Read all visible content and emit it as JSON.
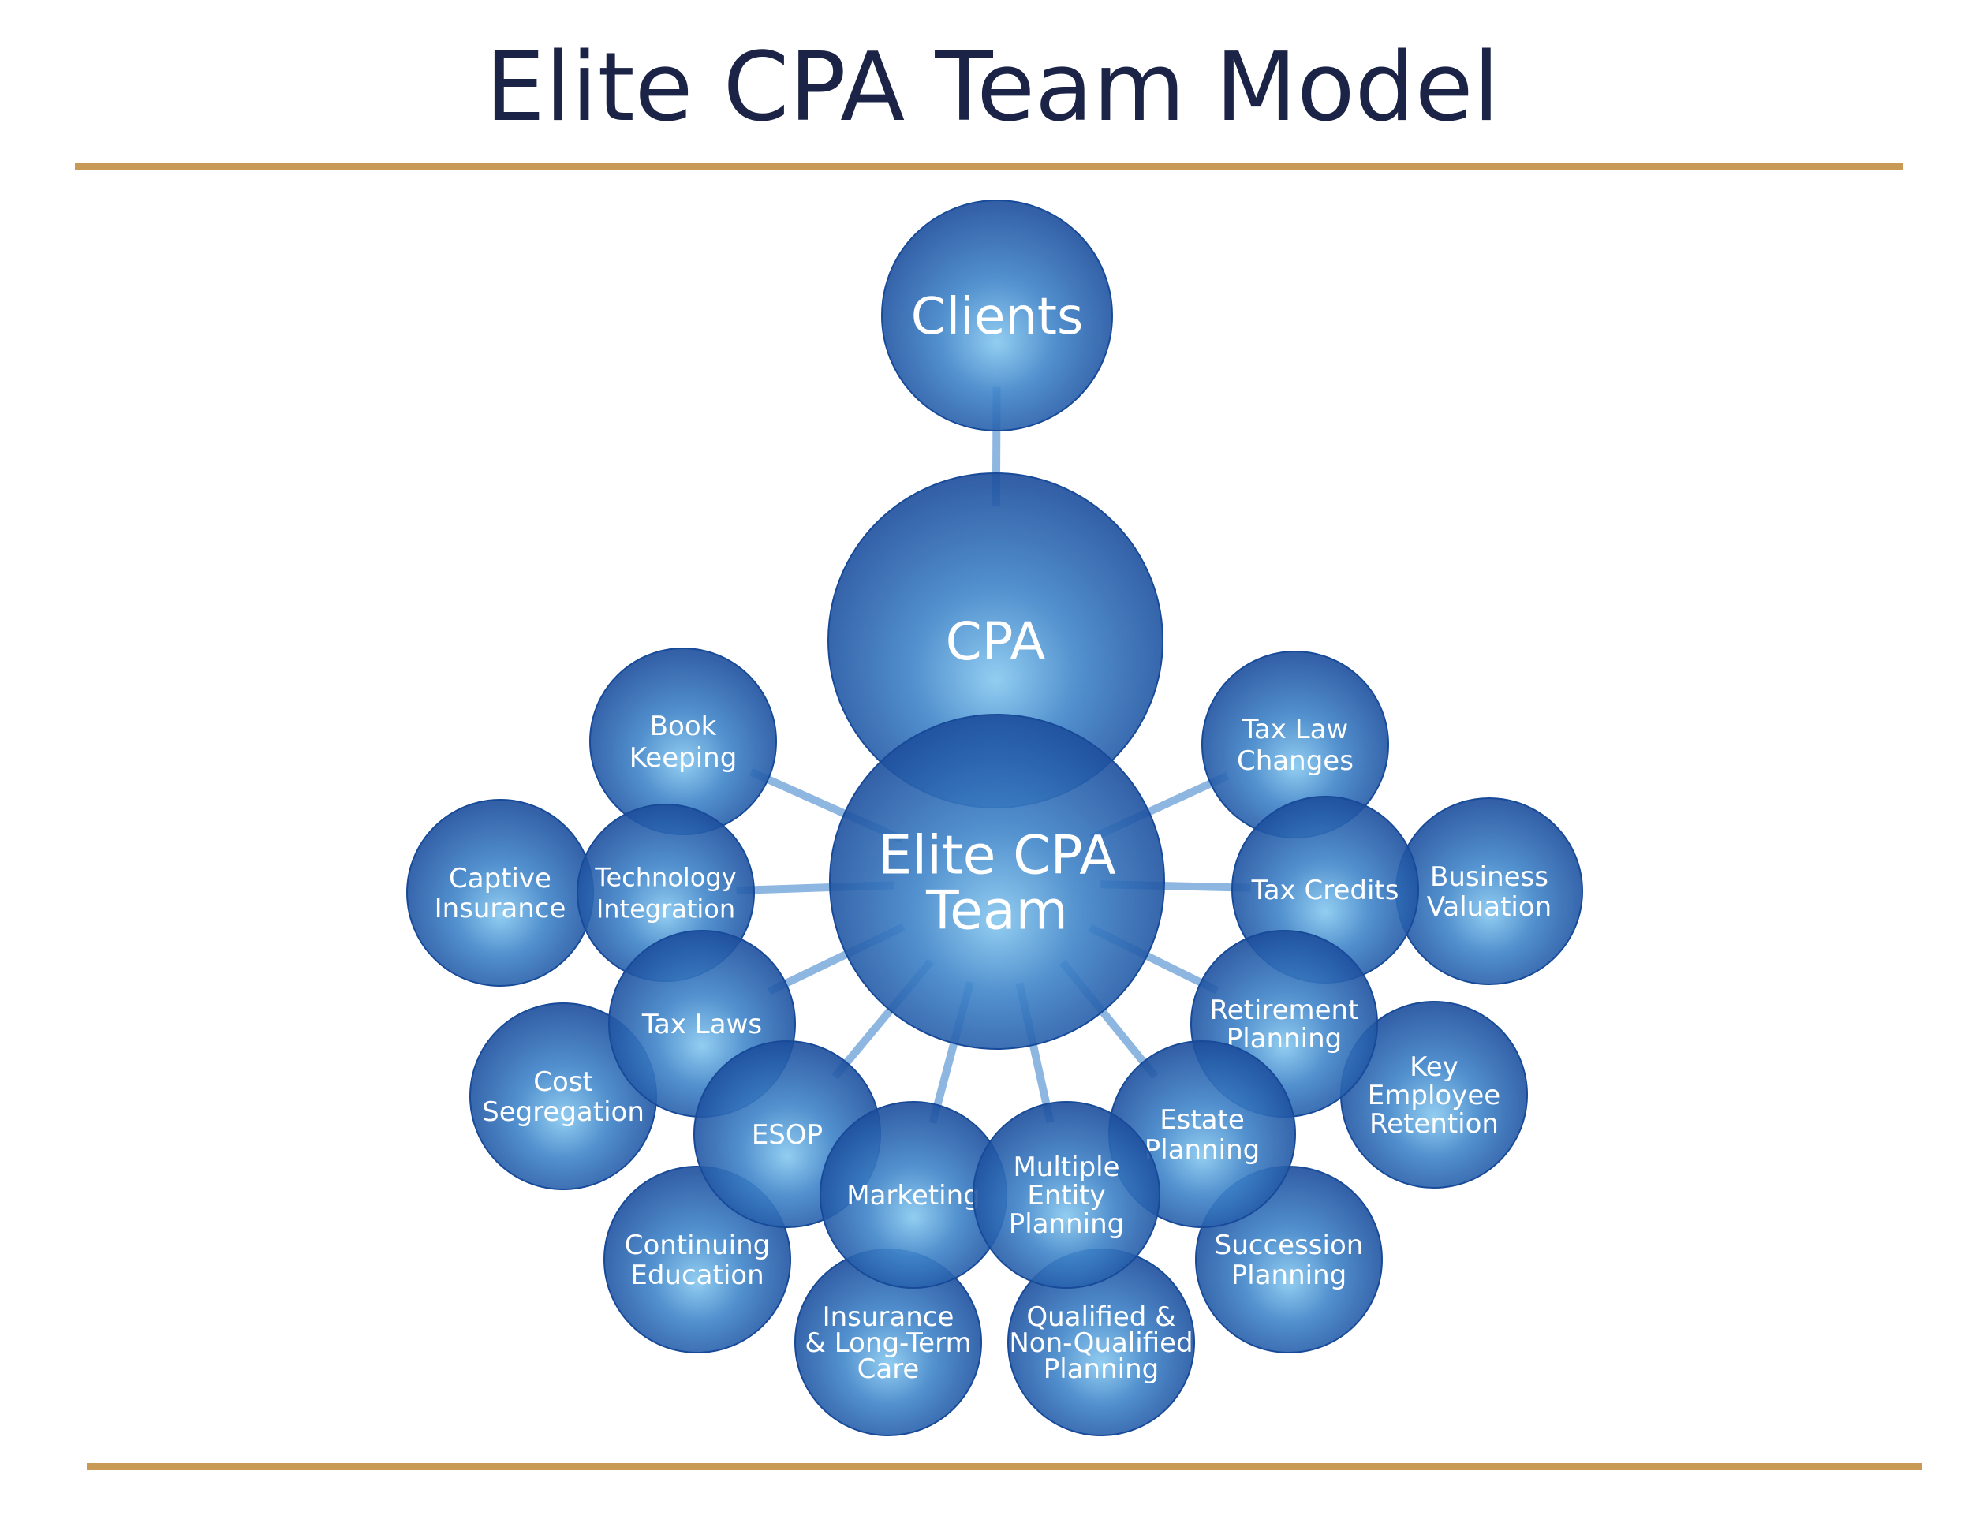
{
  "page": {
    "title": "Elite CPA Team Model",
    "rule_color": "#c89a55",
    "title_color": "#1b2446",
    "edge_color": "#8db6e0"
  },
  "nodes": [
    {
      "id": "clients",
      "label": [
        "Clients"
      ]
    },
    {
      "id": "cpa",
      "label": [
        "CPA"
      ]
    },
    {
      "id": "elite-cpa-team",
      "label": [
        "Elite CPA",
        "Team"
      ]
    },
    {
      "id": "book-keeping",
      "label": [
        "Book",
        "Keeping"
      ]
    },
    {
      "id": "tax-law-changes",
      "label": [
        "Tax Law",
        "Changes"
      ]
    },
    {
      "id": "captive-insurance",
      "label": [
        "Captive",
        "Insurance"
      ]
    },
    {
      "id": "technology-integration",
      "label": [
        "Technology",
        "Integration"
      ]
    },
    {
      "id": "tax-credits",
      "label": [
        "Tax Credits"
      ]
    },
    {
      "id": "business-valuation",
      "label": [
        "Business",
        "Valuation"
      ]
    },
    {
      "id": "tax-laws",
      "label": [
        "Tax Laws"
      ]
    },
    {
      "id": "retirement-planning",
      "label": [
        "Retirement",
        "Planning"
      ]
    },
    {
      "id": "key-employee-retention",
      "label": [
        "Key",
        "Employee",
        "Retention"
      ]
    },
    {
      "id": "cost-segregation",
      "label": [
        "Cost",
        "Segregation"
      ]
    },
    {
      "id": "esop",
      "label": [
        "ESOP"
      ]
    },
    {
      "id": "estate-planning",
      "label": [
        "Estate",
        "Planning"
      ]
    },
    {
      "id": "marketing",
      "label": [
        "Marketing"
      ]
    },
    {
      "id": "multiple-entity-planning",
      "label": [
        "Multiple",
        "Entity",
        "Planning"
      ]
    },
    {
      "id": "continuing-education",
      "label": [
        "Continuing",
        "Education"
      ]
    },
    {
      "id": "succession-planning",
      "label": [
        "Succession",
        "Planning"
      ]
    },
    {
      "id": "insurance-long-term-care",
      "label": [
        "Insurance",
        "& Long-Term",
        "Care"
      ]
    },
    {
      "id": "qualified-non-qualified-planning",
      "label": [
        "Qualified &",
        "Non-Qualified",
        "Planning"
      ]
    }
  ],
  "edges": [
    [
      "clients",
      "cpa"
    ],
    [
      "elite-cpa-team",
      "book-keeping"
    ],
    [
      "elite-cpa-team",
      "technology-integration"
    ],
    [
      "elite-cpa-team",
      "tax-laws"
    ],
    [
      "elite-cpa-team",
      "esop"
    ],
    [
      "elite-cpa-team",
      "marketing"
    ],
    [
      "elite-cpa-team",
      "multiple-entity-planning"
    ],
    [
      "elite-cpa-team",
      "estate-planning"
    ],
    [
      "elite-cpa-team",
      "retirement-planning"
    ],
    [
      "elite-cpa-team",
      "tax-credits"
    ],
    [
      "elite-cpa-team",
      "tax-law-changes"
    ]
  ]
}
